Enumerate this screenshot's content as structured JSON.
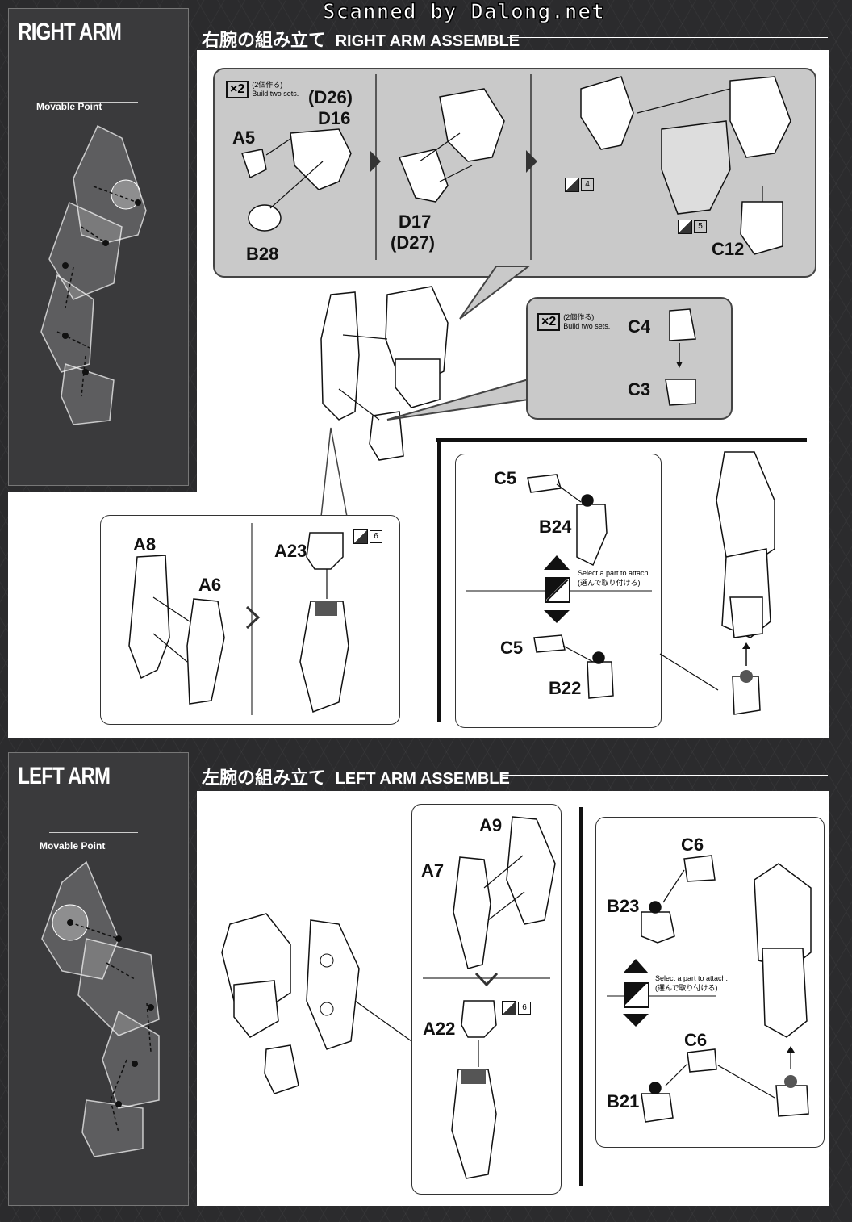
{
  "watermark": "Scanned by Dalong.net",
  "right_arm": {
    "side_title": "RIGHT ARM",
    "movable_point": "Movable Point",
    "title_ja": "右腕の組み立て",
    "title_en": "RIGHT ARM ASSEMBLE",
    "step1": {
      "x2_badge": "×2",
      "x2_ja": "(2個作る)",
      "x2_en": "Build two sets.",
      "parts": [
        "A5",
        "B28",
        "(D26)",
        "D16",
        "D17",
        "(D27)",
        "C12"
      ],
      "stickers": [
        "4",
        "5"
      ]
    },
    "step2": {
      "x2_badge": "×2",
      "x2_ja": "(2個作る)",
      "x2_en": "Build two sets.",
      "parts": [
        "C4",
        "C3"
      ]
    },
    "step3": {
      "parts": [
        "A8",
        "A6",
        "A23"
      ],
      "sticker": "6"
    },
    "step4": {
      "parts": [
        "C5",
        "B24",
        "C5",
        "B22"
      ],
      "select_en": "Select a part to attach.",
      "select_ja": "(選んで取り付ける)"
    }
  },
  "left_arm": {
    "side_title": "LEFT ARM",
    "movable_point": "Movable Point",
    "title_ja": "左腕の組み立て",
    "title_en": "LEFT ARM ASSEMBLE",
    "step1": {
      "parts": [
        "A9",
        "A7",
        "A22"
      ],
      "sticker": "6"
    },
    "step2": {
      "parts": [
        "C6",
        "B23",
        "C6",
        "B21"
      ],
      "select_en": "Select a part to attach.",
      "select_ja": "(選んで取り付ける)"
    }
  }
}
